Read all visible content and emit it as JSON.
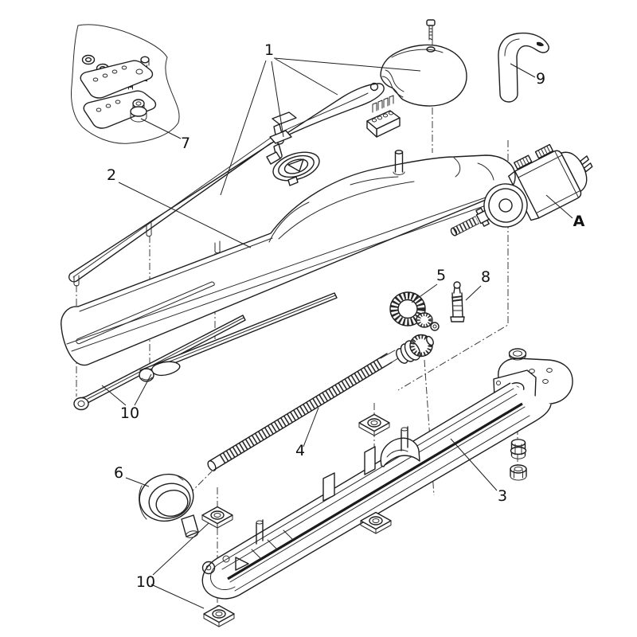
{
  "figure": {
    "kind": "exploded-parts-diagram",
    "background_color": "#ffffff",
    "line_color": "#1e1e1e",
    "centerline_color": "#3c3c3c"
  },
  "callouts": [
    {
      "label": "1"
    },
    {
      "label": "2"
    },
    {
      "label": "3"
    },
    {
      "label": "4"
    },
    {
      "label": "5"
    },
    {
      "label": "6"
    },
    {
      "label": "7"
    },
    {
      "label": "8"
    },
    {
      "label": "9"
    },
    {
      "label": "10"
    },
    {
      "label": "10"
    },
    {
      "label": "A"
    }
  ],
  "parts": [
    {
      "callout": "1",
      "name": "top-cover-blade-end-cap-and-clips"
    },
    {
      "callout": "2",
      "name": "upper-housing-cover"
    },
    {
      "callout": "3",
      "name": "lower-base-housing"
    },
    {
      "callout": "4",
      "name": "worm-drive-screw"
    },
    {
      "callout": "5",
      "name": "bevel-gear"
    },
    {
      "callout": "6",
      "name": "front-mount-flange"
    },
    {
      "callout": "7",
      "name": "mounting-plates-and-fasteners-detail"
    },
    {
      "callout": "8",
      "name": "coupling-pin"
    },
    {
      "callout": "9",
      "name": "release-handle"
    },
    {
      "callout": "10",
      "name": "slide-rails"
    },
    {
      "callout": "10",
      "name": "mounting-pads"
    },
    {
      "callout": "A",
      "name": "gear-motor"
    }
  ]
}
